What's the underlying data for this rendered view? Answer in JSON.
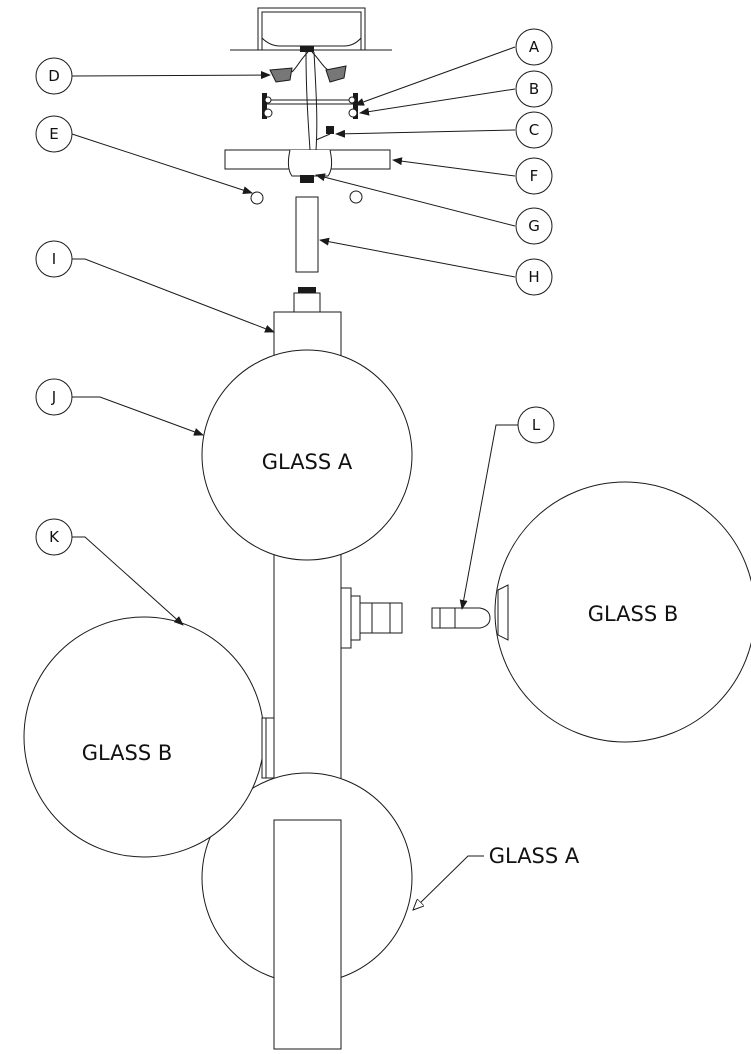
{
  "callouts": {
    "a": "A",
    "b": "B",
    "c": "C",
    "d": "D",
    "e": "E",
    "f": "F",
    "g": "G",
    "h": "H",
    "i": "I",
    "j": "J",
    "k": "K",
    "l": "L"
  },
  "glass": {
    "top_a": "GLASS A",
    "right_b": "GLASS B",
    "left_b": "GLASS B",
    "bottom_a": "GLASS A"
  },
  "colors": {
    "line": "#1a1a1a",
    "background": "#ffffff"
  }
}
